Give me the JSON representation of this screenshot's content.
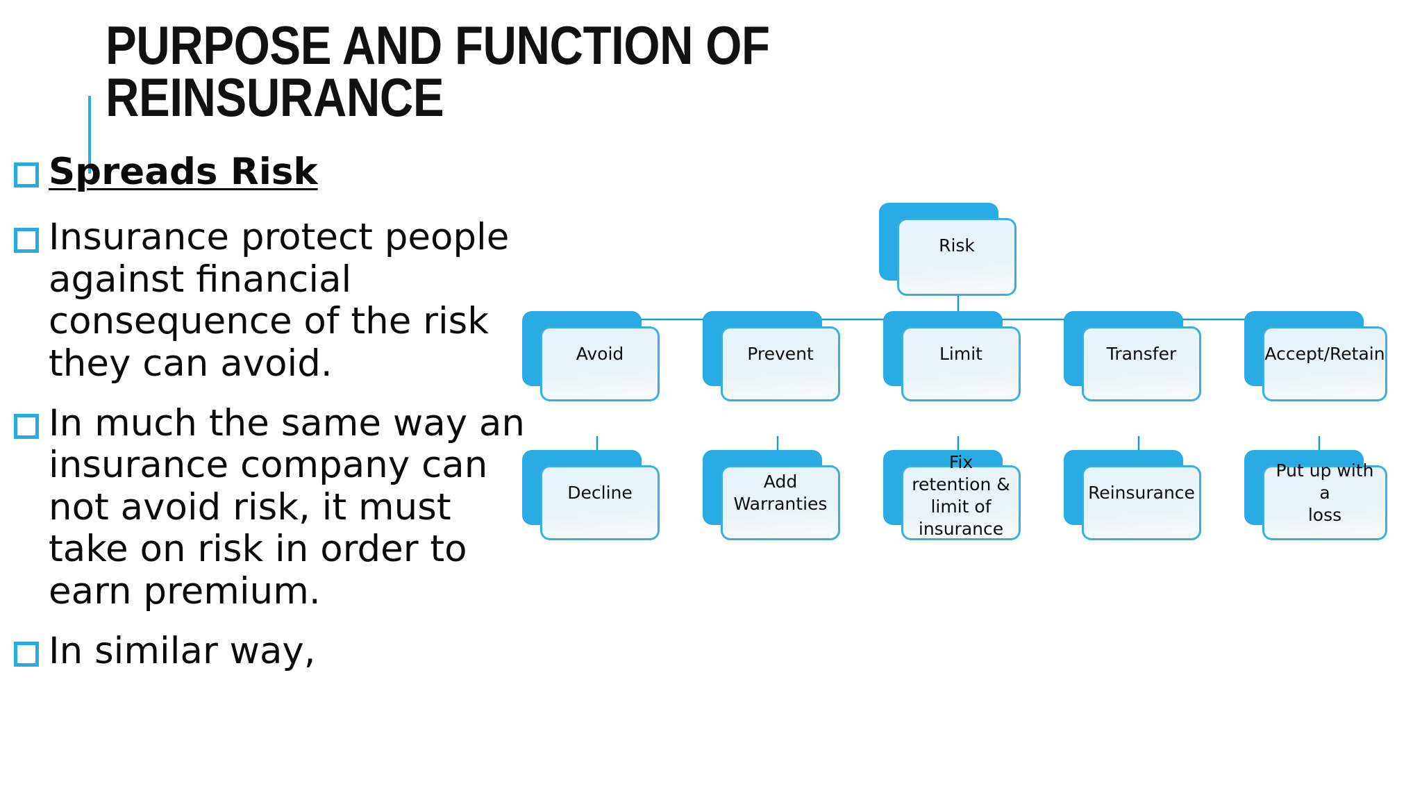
{
  "slide": {
    "title": "PURPOSE AND FUNCTION OF\nREINSURANCE",
    "accent_color": "#29ABE2",
    "background_color": "#FFFFFF"
  },
  "body": {
    "bullet_icon": "checkbox-square-icon",
    "bullets": [
      {
        "text": " Spreads Risk",
        "style": "bold-underline"
      },
      {
        "text": " Insurance protect people against financial consequence of the risk they can avoid.",
        "style": "normal"
      },
      {
        "text": " In much the same way an insurance company can not avoid risk, it must take on risk in order to earn premium.",
        "style": "normal"
      },
      {
        "text": " In similar way,",
        "style": "normal"
      }
    ]
  },
  "diagram": {
    "type": "org-chart",
    "node_fill": "#E8F4FB",
    "node_border": "#3AAFDF",
    "node_shadow": "#27ABE2",
    "connector_color": "#2196C4",
    "root": {
      "label": "Risk"
    },
    "level2": [
      {
        "label": "Avoid"
      },
      {
        "label": "Prevent"
      },
      {
        "label": "Limit"
      },
      {
        "label": "Transfer"
      },
      {
        "label": "Accept/Retain"
      }
    ],
    "level3": [
      {
        "label": "Decline"
      },
      {
        "label": "Add\nWarranties"
      },
      {
        "label": "Fix retention &\nlimit of\ninsurance"
      },
      {
        "label": "Reinsurance"
      },
      {
        "label": "Put up with a\nloss"
      }
    ]
  }
}
